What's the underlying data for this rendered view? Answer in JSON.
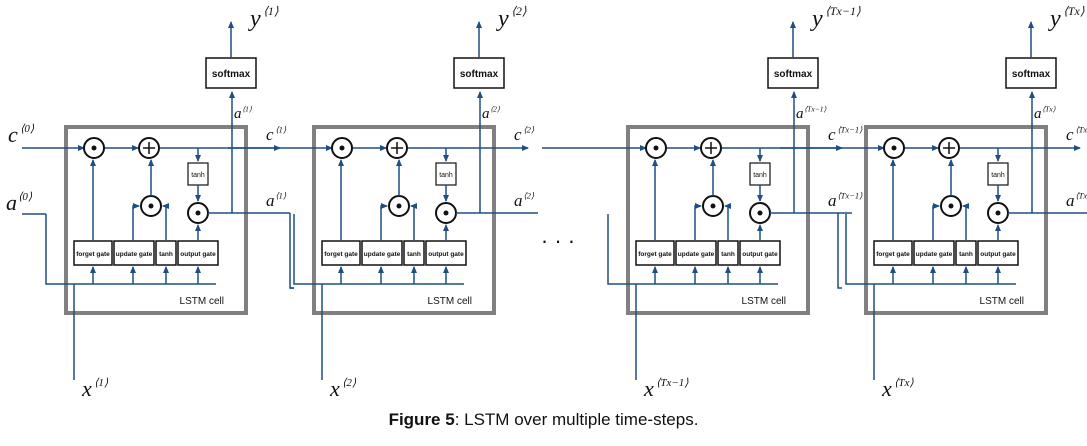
{
  "caption": {
    "figure_label": "Figure 5",
    "text": ": LSTM over multiple time-steps."
  },
  "ellipsis": "· · ·",
  "initial_states": {
    "c_label": "c",
    "c_sup": "⟨0⟩",
    "a_label": "a",
    "a_sup": "⟨0⟩"
  },
  "cells": [
    {
      "x_label": "x",
      "x_sup": "⟨1⟩",
      "y_label": "y",
      "y_sup": "⟨1⟩",
      "a_out_label": "a",
      "a_out_sup": "⟨1⟩",
      "c_out_label": "c",
      "c_out_sup": "⟨1⟩",
      "a_up_label": "a",
      "a_up_sup": "⟨1⟩",
      "softmax": "softmax",
      "cell_label": "LSTM cell",
      "gates": [
        "forget gate",
        "update gate",
        "tanh",
        "output gate"
      ],
      "tanh_box": "tanh"
    },
    {
      "x_label": "x",
      "x_sup": "⟨2⟩",
      "y_label": "y",
      "y_sup": "⟨2⟩",
      "a_out_label": "a",
      "a_out_sup": "⟨2⟩",
      "c_out_label": "c",
      "c_out_sup": "⟨2⟩",
      "a_up_label": "a",
      "a_up_sup": "⟨2⟩",
      "softmax": "softmax",
      "cell_label": "LSTM cell",
      "gates": [
        "forget gate",
        "update gate",
        "tanh",
        "output gate"
      ],
      "tanh_box": "tanh"
    },
    {
      "x_label": "x",
      "x_sup": "⟨Tx−1⟩",
      "y_label": "y",
      "y_sup": "⟨Tx−1⟩",
      "a_out_label": "a",
      "a_out_sup": "⟨Tx−1⟩",
      "c_out_label": "c",
      "c_out_sup": "⟨Tx−1⟩",
      "a_up_label": "a",
      "a_up_sup": "⟨Tx−1⟩",
      "softmax": "softmax",
      "cell_label": "LSTM cell",
      "gates": [
        "forget gate",
        "update gate",
        "tanh",
        "output gate"
      ],
      "tanh_box": "tanh"
    },
    {
      "x_label": "x",
      "x_sup": "⟨Tx⟩",
      "y_label": "y",
      "y_sup": "⟨Tx⟩",
      "a_out_label": "a",
      "a_out_sup": "⟨Tx⟩",
      "c_out_label": "c",
      "c_out_sup": "⟨Tx⟩",
      "a_up_label": "a",
      "a_up_sup": "⟨Tx⟩",
      "softmax": "softmax",
      "cell_label": "LSTM cell",
      "gates": [
        "forget gate",
        "update gate",
        "tanh",
        "output gate"
      ],
      "tanh_box": "tanh"
    }
  ],
  "colors": {
    "line": "#1f4e82",
    "cell_border": "#808080",
    "box_border": "#111111"
  }
}
